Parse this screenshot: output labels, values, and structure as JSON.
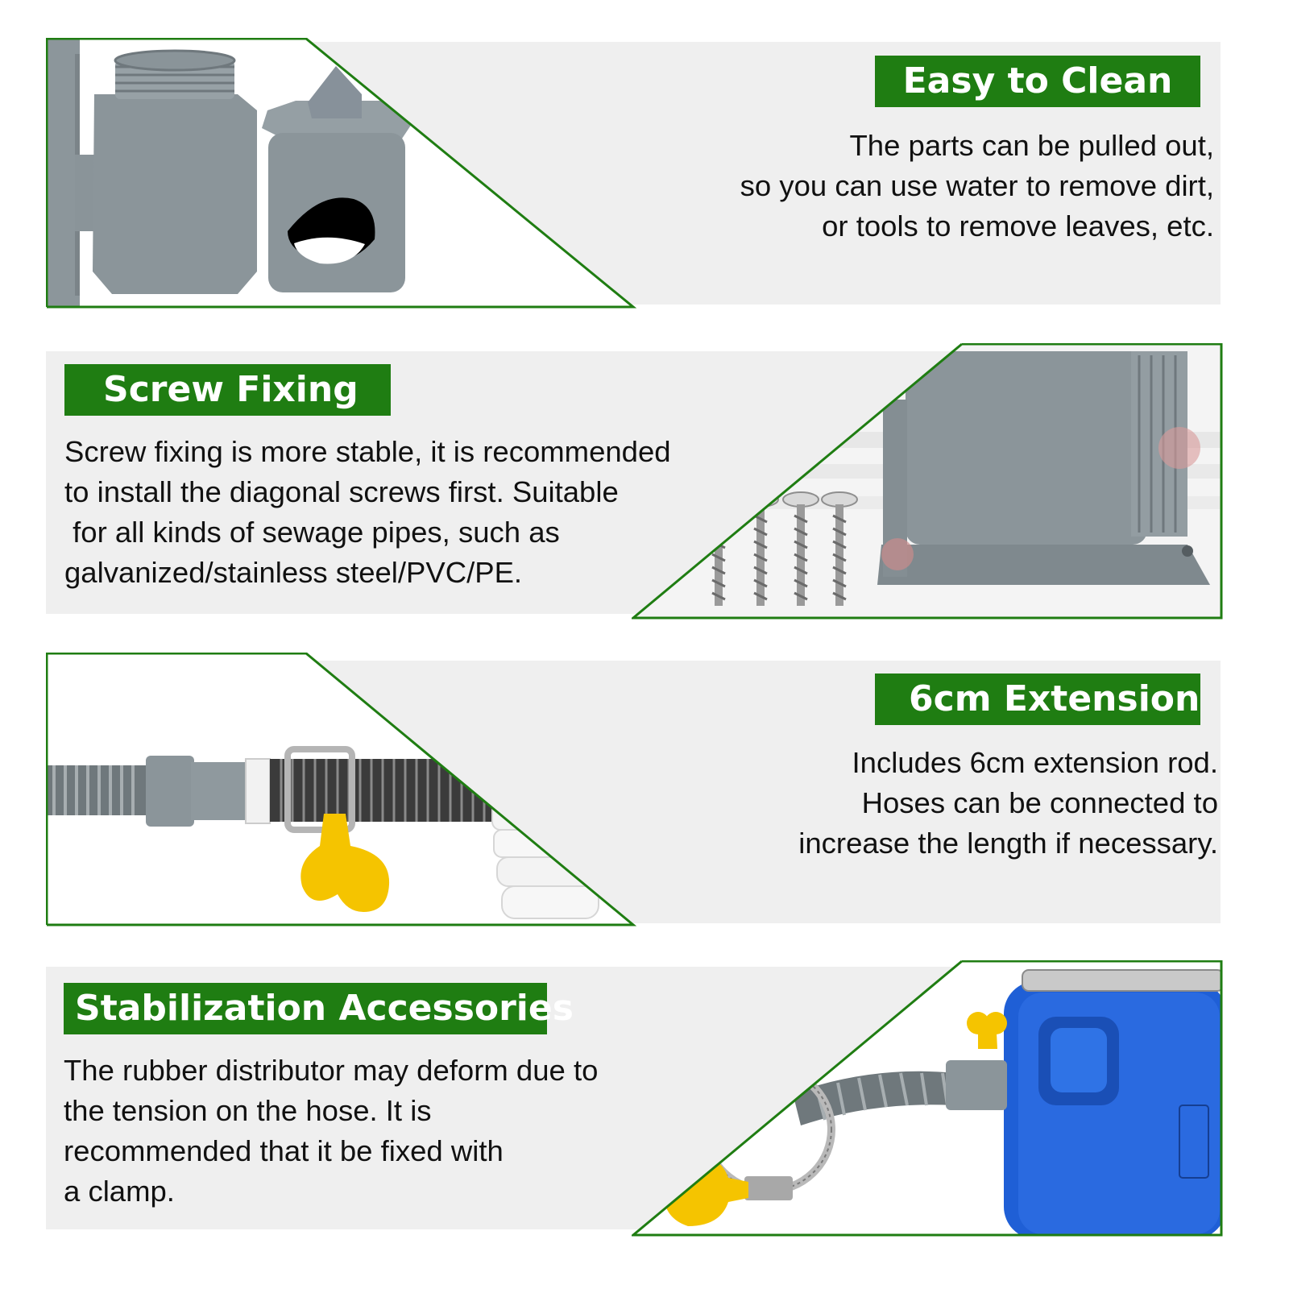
{
  "colors": {
    "accent_green": "#1f7d12",
    "band_gray": "#efefef",
    "part_gray": "#8a9499",
    "barrel_blue": "#1f5fd6",
    "knob_yellow": "#f5c400"
  },
  "sections": [
    {
      "title": "Easy to Clean",
      "lines": [
        "The parts can be pulled out,",
        "so you can use water to remove dirt,",
        "or tools to remove leaves, etc."
      ],
      "image_icon": "filter-cup-icon"
    },
    {
      "title": "Screw Fixing",
      "lines": [
        "Screw fixing is more stable, it is recommended",
        "to install the diagonal screws first. Suitable",
        " for all kinds of sewage pipes, such as",
        "galvanized/stainless steel/PVC/PE."
      ],
      "image_icon": "screws-icon"
    },
    {
      "title": "6cm Extension",
      "lines": [
        "Includes 6cm extension rod.",
        "Hoses can be connected to",
        "increase the length if necessary."
      ],
      "image_icon": "hose-extension-icon"
    },
    {
      "title": "Stabilization Accessories",
      "lines": [
        "The rubber distributor may deform due to",
        "the tension on the hose. It is",
        "recommended that it be fixed with",
        "a clamp."
      ],
      "image_icon": "barrel-clamp-icon"
    }
  ]
}
